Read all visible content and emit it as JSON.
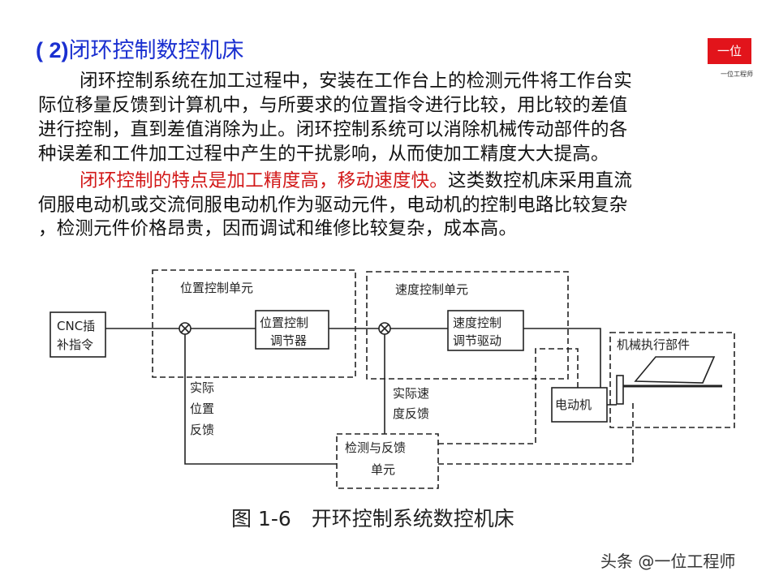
{
  "title": {
    "prefix": "( 2)",
    "text": "闭环控制数控机床"
  },
  "paragraph1": [
    "闭环控制系统在加工过程中，安装在工作台上的检测元件将工作台实",
    "际位移量反馈到计算机中，与所要求的位置指令进行比较，用比较的差值",
    "进行控制，直到差值消除为止。闭环控制系统可以消除机械传动部件的各",
    "种误差和工件加工过程中产生的干扰影响，从而使加工精度大大提高。"
  ],
  "paragraph2": {
    "highlight": "闭环控制的特点是加工精度高，移动速度快。",
    "rest": "这类数控机床采用直流",
    "lines": [
      "伺服电动机或交流伺服电动机作为驱动元件，电动机的控制电路比较复杂",
      "，检测元件价格昂贵，因而调试和维修比较复杂，成本高。"
    ]
  },
  "logo": {
    "mark": "一位",
    "sub": "一位工程师"
  },
  "diagram": {
    "cnc": [
      "CNC插",
      "补指令"
    ],
    "position_unit": "位置控制单元",
    "position_ctrl": [
      "位置控制",
      "调节器"
    ],
    "speed_unit": "速度控制单元",
    "speed_ctrl": [
      "速度控制",
      "调节驱动"
    ],
    "mech": "机械执行部件",
    "motor": "电动机",
    "pos_feedback": [
      "实际",
      "位置",
      "反馈"
    ],
    "speed_feedback": [
      "实际速",
      "度反馈"
    ],
    "detect": [
      "检测与反馈",
      "单元"
    ]
  },
  "caption": "图 1-6　开环控制系统数控机床",
  "watermark": "头条 @一位工程师",
  "colors": {
    "title": "#1a2fd0",
    "highlight": "#d21818",
    "logo": "#e2141b"
  }
}
